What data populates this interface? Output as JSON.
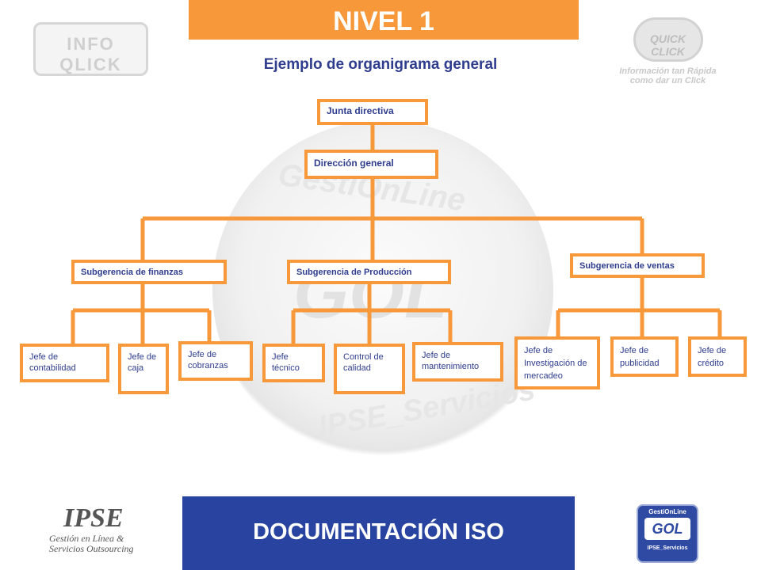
{
  "header": {
    "title": "NIVEL 1"
  },
  "subtitle": "Ejemplo de organigrama general",
  "org": {
    "board": "Junta directiva",
    "director": "Dirección general",
    "sub_finance": "Subgerencia de finanzas",
    "sub_production": "Subgerencia de Producción",
    "sub_sales": "Subgerencia de ventas",
    "finance_children": [
      "Jefe  de contabilidad",
      "Jefe de caja",
      "Jefe de cobranzas"
    ],
    "production_children": [
      "Jefe técnico",
      "Control de calidad",
      "Jefe de mantenimiento"
    ],
    "sales_children": [
      "Jefe de Investigación de mercadeo",
      "Jefe de publicidad",
      "Jefe de crédito"
    ]
  },
  "footer": {
    "label": "DOCUMENTACIÓN ISO"
  },
  "logos": {
    "top_left": "INFO QLICK",
    "top_right": "QUICK CLICK",
    "top_right_tagline": "Información tan Rápida como dar un Click",
    "bottom_left_brand": "IPSE",
    "bottom_left_tagline": "Gestión en Línea & Servicios Outsourcing",
    "bottom_right_top": "GestiOnLine",
    "bottom_right_mid": "GOL",
    "bottom_right_bottom": "IPSE_Servicios",
    "watermark_top": "GestiOnLine",
    "watermark_mid": "GOL",
    "watermark_bottom": "IPSE_Servicios"
  },
  "colors": {
    "accent": "#f7993b",
    "brand_blue": "#2844a0",
    "text_blue": "#2f3d8e"
  }
}
